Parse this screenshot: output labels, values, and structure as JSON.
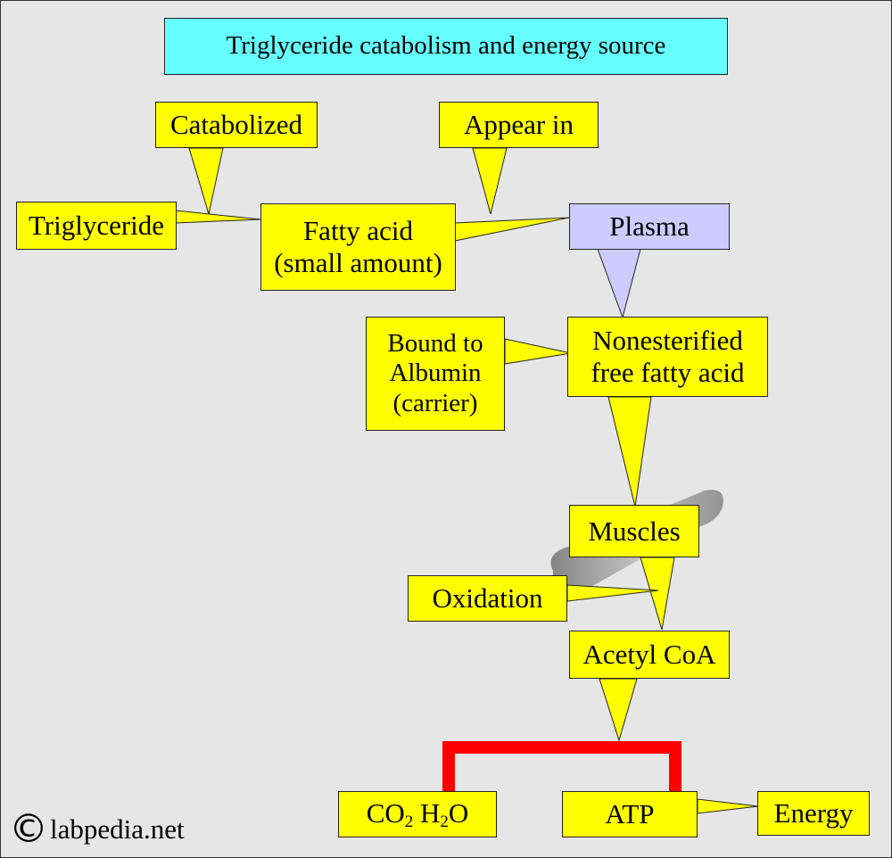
{
  "title": "Triglyceride catabolism and energy source",
  "nodes": {
    "triglyceride": "Triglyceride",
    "catabolized": "Catabolized",
    "fatty_acid_line1": "Fatty acid",
    "fatty_acid_line2": "(small amount)",
    "appear_in": "Appear in",
    "plasma": "Plasma",
    "bound_line1": "Bound to",
    "bound_line2": "Albumin",
    "bound_line3": "(carrier)",
    "nefa_line1": "Nonesterified",
    "nefa_line2": "free fatty acid",
    "muscles": "Muscles",
    "oxidation": "Oxidation",
    "acetyl_coa": "Acetyl CoA",
    "co2_a": "CO",
    "co2_sub": "2",
    "h2o_a": "H",
    "h2o_sub": "2",
    "h2o_b": "O",
    "atp": "ATP",
    "energy": "Energy"
  },
  "colors": {
    "callout": "#ffff00",
    "title_fill": "#66ffff",
    "plasma_fill": "#ccccff",
    "connector": "#ff0000"
  },
  "watermark": {
    "symbol": "©",
    "text": "labpedia.net"
  }
}
